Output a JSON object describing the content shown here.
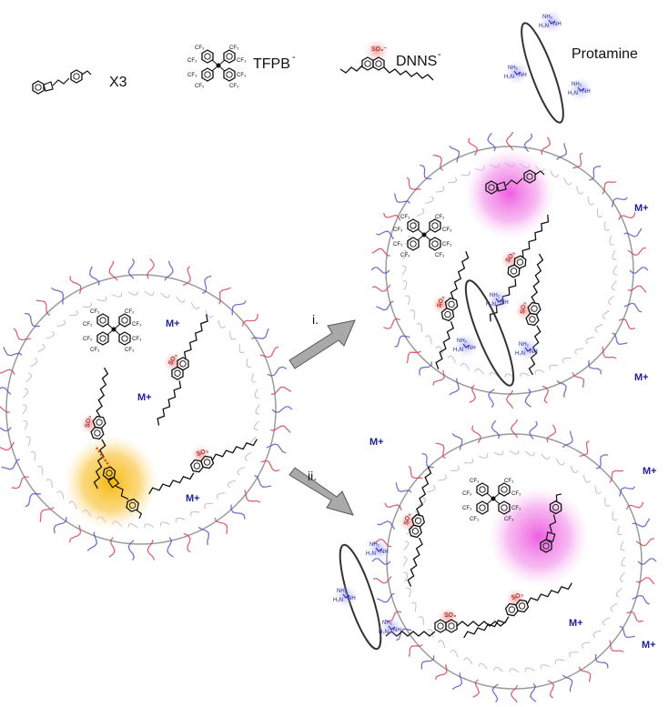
{
  "legend": {
    "x3": "X3",
    "tfpb": "TFPB",
    "tfpb_sup": "-",
    "dnns": "DNNS",
    "dnns_sup": "-",
    "protamine": "Protamine"
  },
  "arrows": {
    "i": "i.",
    "ii": "ii."
  },
  "ions": {
    "metal": "M+"
  },
  "colors": {
    "yellow_glow": "#f7b500",
    "pink_glow": "#ee55e0",
    "sulfonate_glow": "#f2a0a0",
    "guanidine": "#2a2ab0",
    "chain_red": "#d04050",
    "chain_blue": "#5050c0",
    "arrow_fill": "#a9a9a9"
  }
}
